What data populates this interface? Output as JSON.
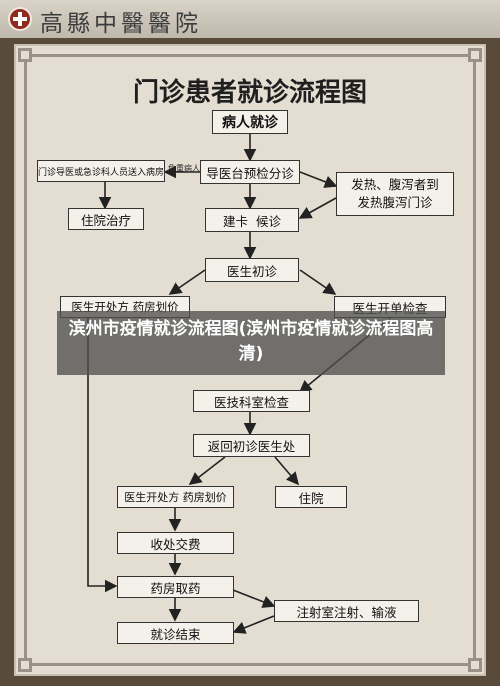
{
  "header": {
    "hospital_name": "高縣中醫醫院"
  },
  "title": "门诊患者就诊流程图",
  "nodes": {
    "registration": "病人就诊",
    "emergency_note": "门诊导医或急诊科人员送入病房",
    "critical_label": "危重病人",
    "triage": "导医台预检分诊",
    "fever_clinic": "发热、腹泻者到\n发热腹泻门诊",
    "hospitalize_treat": "住院治疗",
    "card_wait": "建卡  候诊",
    "first_visit": "医生初诊",
    "prescribe_left": "医生开处方 药房划价",
    "order_tests": "医生开单检查",
    "dept_exam": "医技科室检查",
    "return_doctor": "返回初诊医生处",
    "prescribe_second": "医生开处方 药房划价",
    "admit": "住院",
    "pay": "收处交费",
    "pharmacy": "药房取药",
    "injection": "注射室注射、输液",
    "finish": "就诊结束"
  },
  "overlay_caption": "滨州市疫情就诊流程图(滨州市疫情就诊流程图高清)"
}
